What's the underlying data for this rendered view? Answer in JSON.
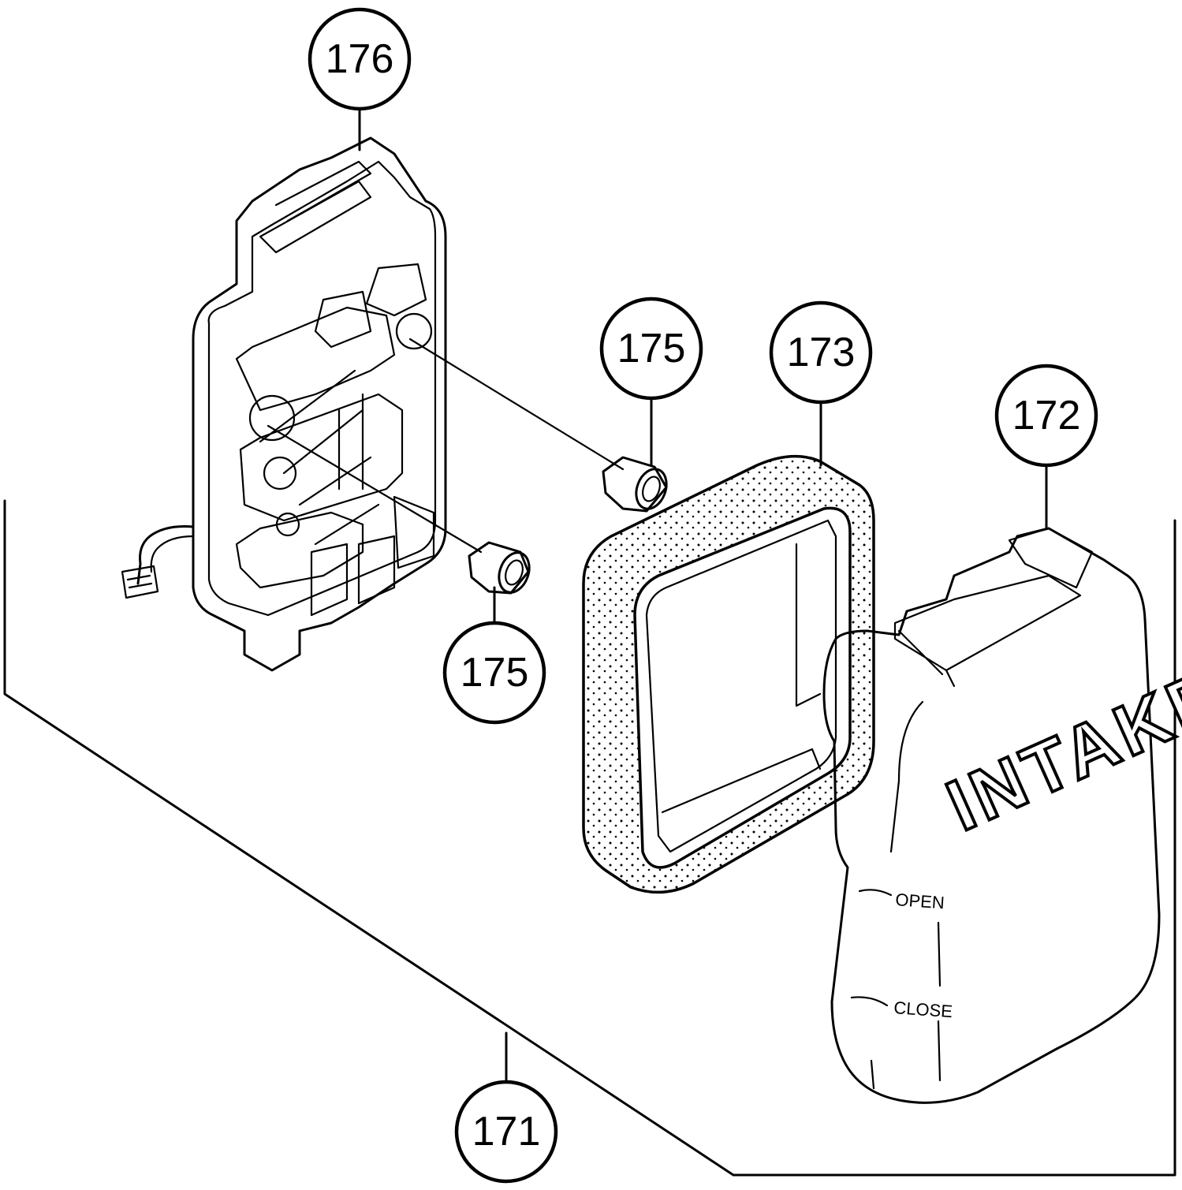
{
  "callouts": {
    "c176": "176",
    "c175a": "175",
    "c175b": "175",
    "c173": "173",
    "c172": "172",
    "c171": "171"
  },
  "cover_labels": {
    "intake": "INTAKE",
    "open": "OPEN",
    "close": "CLOSE"
  }
}
